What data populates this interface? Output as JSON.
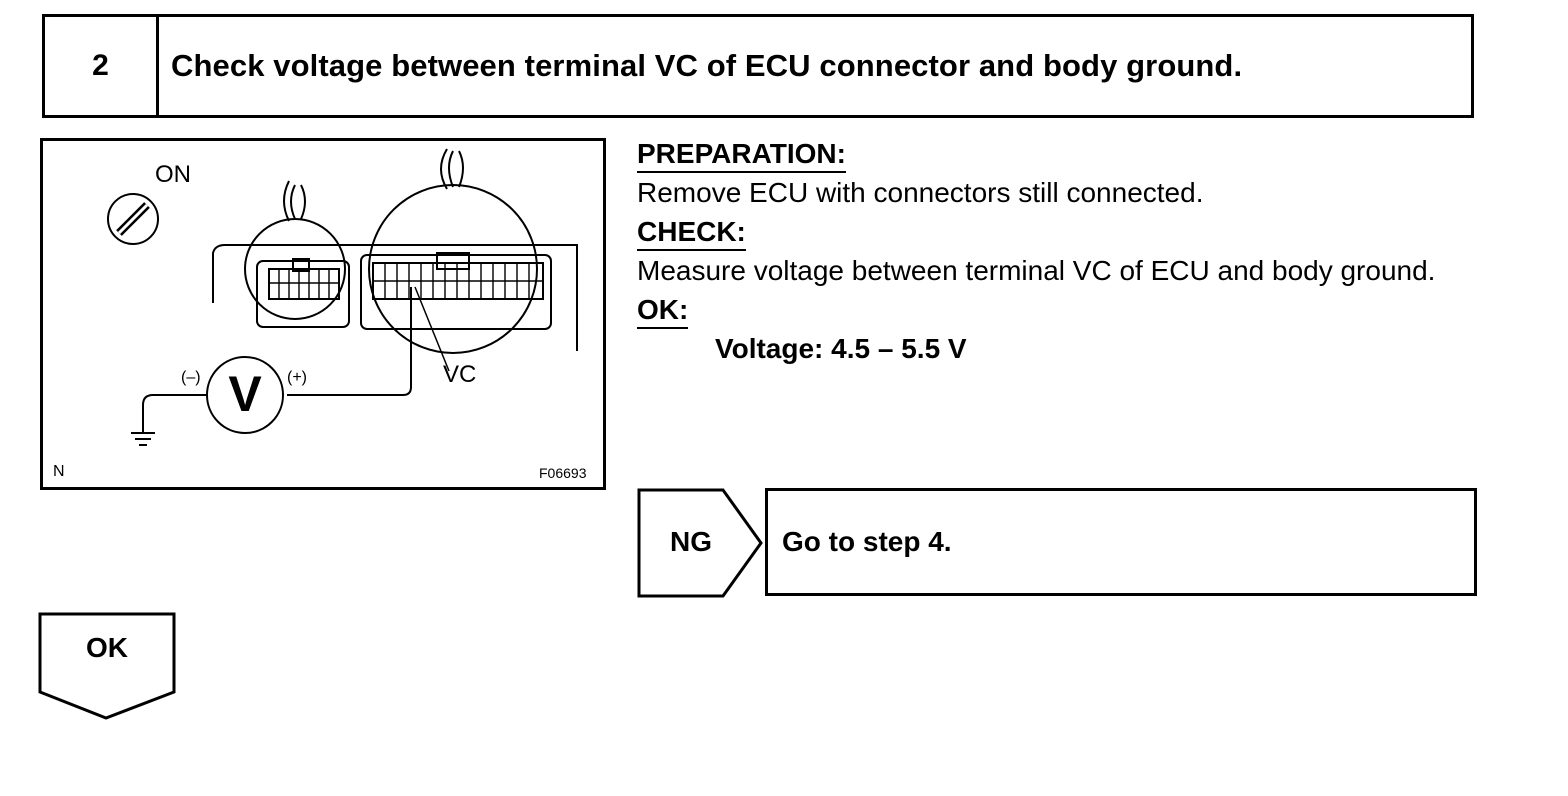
{
  "step": {
    "number": "2",
    "title": "Check voltage between terminal VC of ECU connector and body ground."
  },
  "figure": {
    "switch_label": "ON",
    "meter_symbol": "V",
    "neg_label": "(–)",
    "pos_label": "(+)",
    "terminal_label": "VC",
    "corner_label": "N",
    "figure_code": "F06693"
  },
  "instructions": {
    "preparation_heading": "PREPARATION:",
    "preparation_text": "Remove ECU with connectors still connected.",
    "check_heading": "CHECK:",
    "check_text": "Measure voltage between terminal VC of ECU and body ground.",
    "ok_heading": "OK:",
    "ok_spec": "Voltage: 4.5 – 5.5 V"
  },
  "ng_branch": {
    "label": "NG",
    "action": "Go to step 4."
  },
  "ok_branch": {
    "label": "OK"
  }
}
